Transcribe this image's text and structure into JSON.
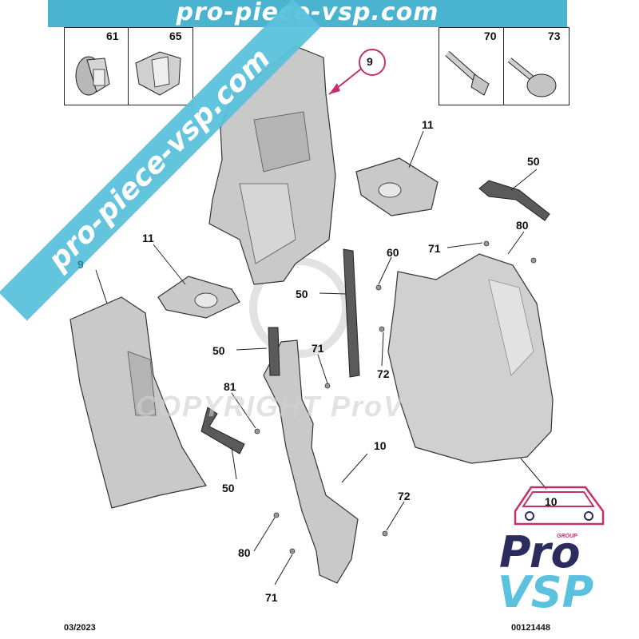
{
  "banner": {
    "text": "pro-piece-vsp.com"
  },
  "watermark": {
    "diagonal": "pro-piece-vsp.com",
    "copyright": "COPYRIGHT ProVSP"
  },
  "hardware_left": [
    {
      "ref": "61"
    },
    {
      "ref": "65"
    }
  ],
  "hardware_right": [
    {
      "ref": "70"
    },
    {
      "ref": "73"
    }
  ],
  "callouts": {
    "c9_top": "9",
    "c9_left": "9",
    "c11_top": "11",
    "c11_left": "11",
    "c50_topright": "50",
    "c80_right": "80",
    "c71_right": "71",
    "c60": "60",
    "c50_mid": "50",
    "c50_left": "50",
    "c71_mid": "71",
    "c72_mid": "72",
    "c81": "81",
    "c50_bottom": "50",
    "c10_mid": "10",
    "c10_right": "10",
    "c72_bottom": "72",
    "c80_bottom": "80",
    "c71_bottom": "71"
  },
  "footer": {
    "date": "03/2023",
    "ref": "00121448"
  },
  "logo": {
    "group": "GROUP",
    "pro": "Pro",
    "vsp": "VSP"
  },
  "colors": {
    "banner": "#4ab3cf",
    "highlight": "#c2306f",
    "part_fill": "#c9c9c9",
    "logo_dark": "#2b2b5e",
    "logo_light": "#5ac2de"
  }
}
